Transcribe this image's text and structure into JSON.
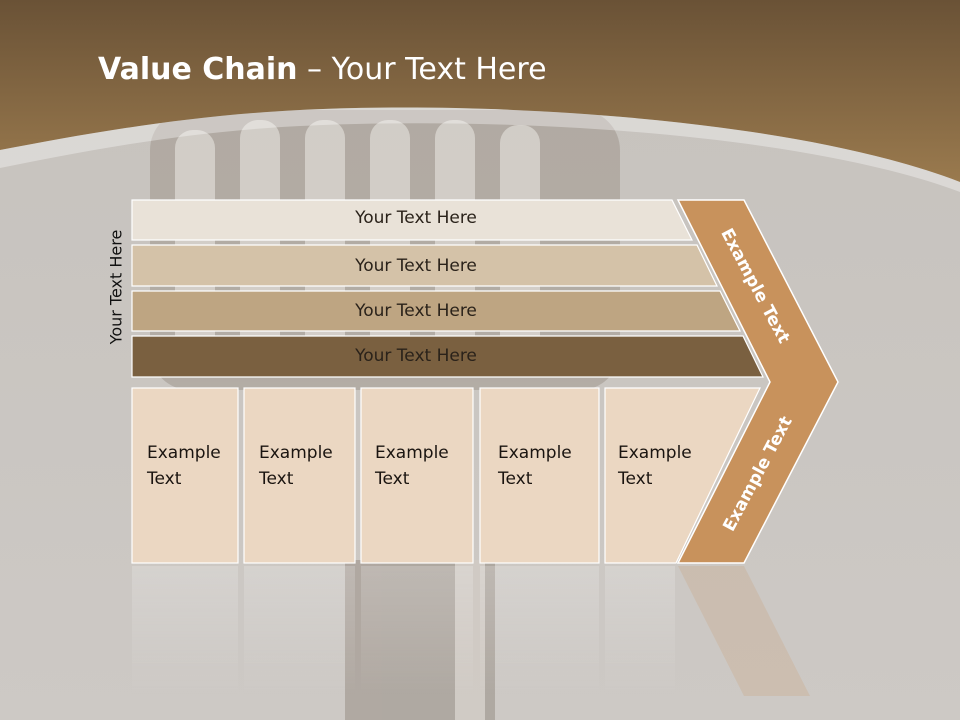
{
  "slide": {
    "title_bold": "Value Chain",
    "title_rest": " – Your Text Here"
  },
  "diagram": {
    "side_label": "Your Text Here",
    "support_rows": [
      {
        "label": "Your Text Here"
      },
      {
        "label": "Your Text Here"
      },
      {
        "label": "Your Text Here"
      },
      {
        "label": "Your Text Here"
      }
    ],
    "primary_activities": [
      {
        "line1": "Example",
        "line2": "Text"
      },
      {
        "line1": "Example",
        "line2": "Text"
      },
      {
        "line1": "Example",
        "line2": "Text"
      },
      {
        "line1": "Example",
        "line2": "Text"
      },
      {
        "line1": "Example",
        "line2": "Text"
      }
    ],
    "margin_upper_label": "Example Text",
    "margin_lower_label": "Example Text"
  },
  "colors": {
    "header_brown": "#7a6040",
    "row1": "#e9e2d8",
    "row2": "#d4c2a8",
    "row3": "#bea582",
    "row4": "#7a6040",
    "card": "#ebd7c2",
    "chevron": "#c8925c",
    "background": "#c9c5c1"
  }
}
